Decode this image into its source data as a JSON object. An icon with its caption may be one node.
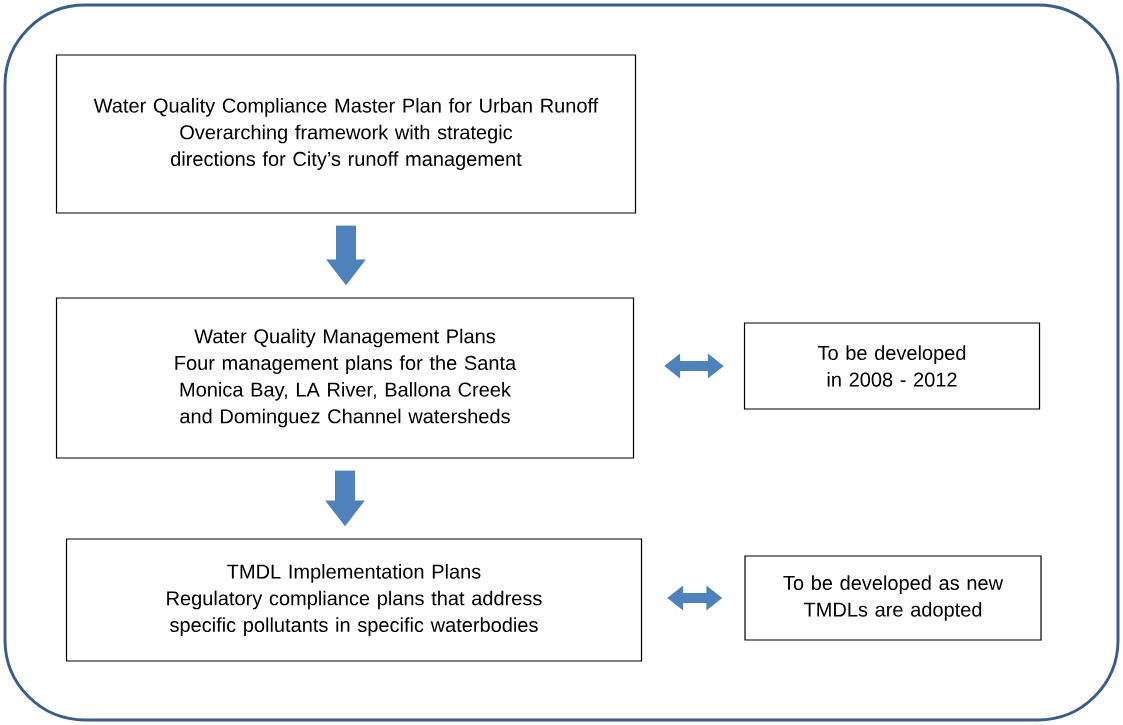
{
  "diagram": {
    "nodes": [
      {
        "text": [
          "Water Quality Compliance Master Plan for Urban Runoff",
          "Overarching framework with strategic directions for City’s runoff management"
        ]
      },
      {
        "text": [
          "Water Quality Management  Plans",
          "Four management plans for the Santa Monica Bay, LA River, Ballona Creek and Dominguez Channel watersheds"
        ]
      },
      {
        "text": [
          "To be developed in 2008 - 2012"
        ]
      },
      {
        "text": [
          "TMDL Implementation Plans",
          "Regulatory compliance plans that address specific pollutants in specific waterbodies"
        ]
      },
      {
        "text": [
          "To be developed as new TMDLs are adopted"
        ]
      }
    ],
    "edges": [
      {
        "from": 0,
        "to": 1,
        "arrow": "to",
        "style": "thick"
      },
      {
        "from": 1,
        "to": 2,
        "arrow": "both"
      },
      {
        "from": 1,
        "to": 3,
        "arrow": "to",
        "style": "thick"
      },
      {
        "from": 3,
        "to": 4,
        "arrow": "both"
      }
    ]
  }
}
